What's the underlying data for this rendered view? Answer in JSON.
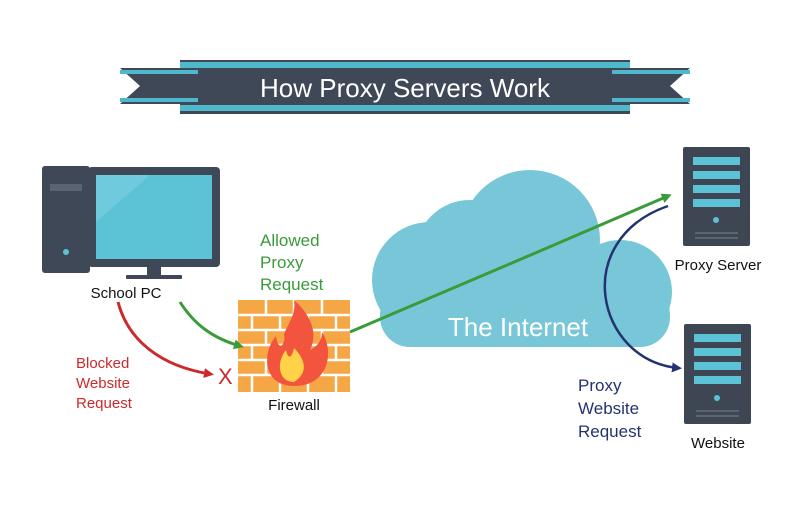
{
  "title": "How Proxy Servers Work",
  "labels": {
    "school_pc": "School PC",
    "firewall": "Firewall",
    "internet": "The Internet",
    "proxy_server": "Proxy Server",
    "website": "Website",
    "blocked_mark": "X",
    "allowed": [
      "Allowed",
      "Proxy",
      "Request"
    ],
    "blocked": [
      "Blocked",
      "Website",
      "Request"
    ],
    "proxy_website": [
      "Proxy",
      "Website",
      "Request"
    ]
  },
  "colors": {
    "ribbon_dark": "#3f4856",
    "ribbon_band": "#4fb8cc",
    "cloud": "#78c7d8",
    "pc_dark": "#3f4856",
    "screen": "#5cc3d6",
    "brick": "#f6a745",
    "flame": "#f2543d",
    "green": "#3a9b3a",
    "red": "#cc2a2a",
    "navy": "#24336e",
    "server_dark": "#3e4653",
    "server_slot": "#5cc3d6"
  }
}
